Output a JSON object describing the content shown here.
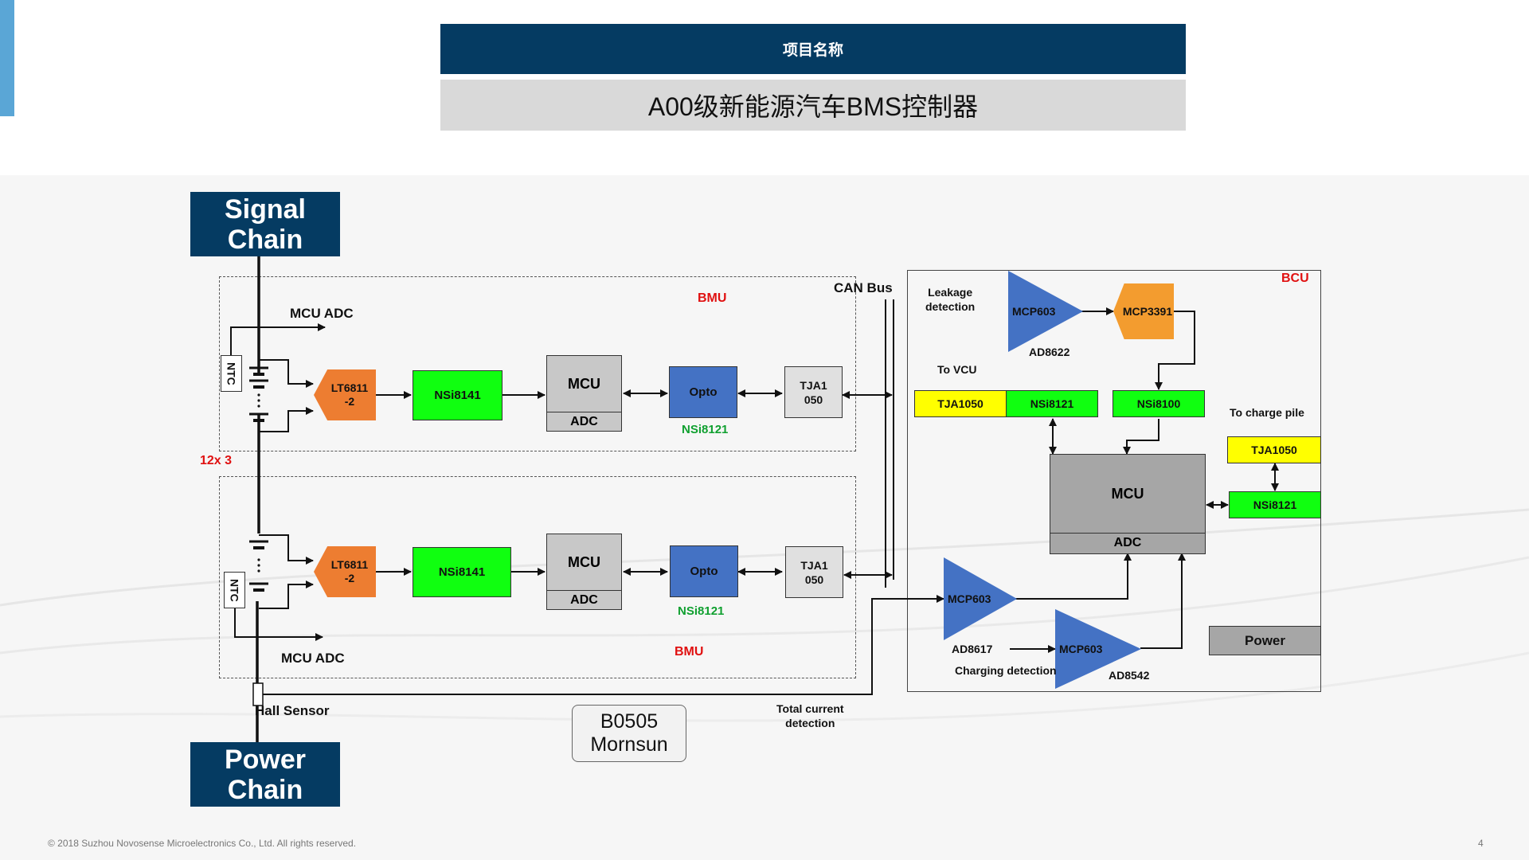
{
  "header": {
    "project_label": "项目名称",
    "project_name": "A00级新能源汽车BMS控制器"
  },
  "chains": {
    "signal_line1": "Signal",
    "signal_line2": "Chain",
    "power_line1": "Power",
    "power_line2": "Chain"
  },
  "bmu": {
    "group_label": "BMU",
    "mcu_adc_label": "MCU ADC",
    "ntc_label": "NTC",
    "afe_line1": "LT6811",
    "afe_line2": "-2",
    "isolator": "NSi8141",
    "mcu": "MCU",
    "adc": "ADC",
    "opto": "Opto",
    "opto_part": "NSi8121",
    "can_line1": "TJA1",
    "can_line2": "050"
  },
  "stack_label": "12x 3",
  "can_bus_label": "CAN Bus",
  "hall_sensor_label": "Hall Sensor",
  "dcdc": {
    "line1": "B0505",
    "line2": "Mornsun"
  },
  "total_current": {
    "line1": "Total current",
    "line2": "detection"
  },
  "bcu": {
    "label": "BCU",
    "leakage_line1": "Leakage",
    "leakage_line2": "detection",
    "amp_leak": "MCP603",
    "amp_leak_part": "AD8622",
    "mcp3391": "MCP3391",
    "to_vcu": "To VCU",
    "tja1050_vcu": "TJA1050",
    "nsi8121_vcu": "NSi8121",
    "nsi8100": "NSi8100",
    "to_charge_pile": "To charge pile",
    "tja1050_pile": "TJA1050",
    "nsi8121_pile": "NSi8121",
    "mcu": "MCU",
    "adc": "ADC",
    "amp_current": "MCP603",
    "amp_current_part": "AD8617",
    "amp_charge": "MCP603",
    "amp_charge_part": "AD8542",
    "charging_detection": "Charging detection",
    "power": "Power"
  },
  "footer": {
    "copyright": "© 2018 Suzhou Novosense Microelectronics Co., Ltd.  All rights reserved.",
    "page": "4"
  },
  "colors": {
    "navy": "#053b62",
    "green": "#10ff10",
    "orange": "#ed7d31",
    "opto_blue": "#4472c4",
    "yellow": "#ffff00",
    "red_label": "#e01010"
  }
}
